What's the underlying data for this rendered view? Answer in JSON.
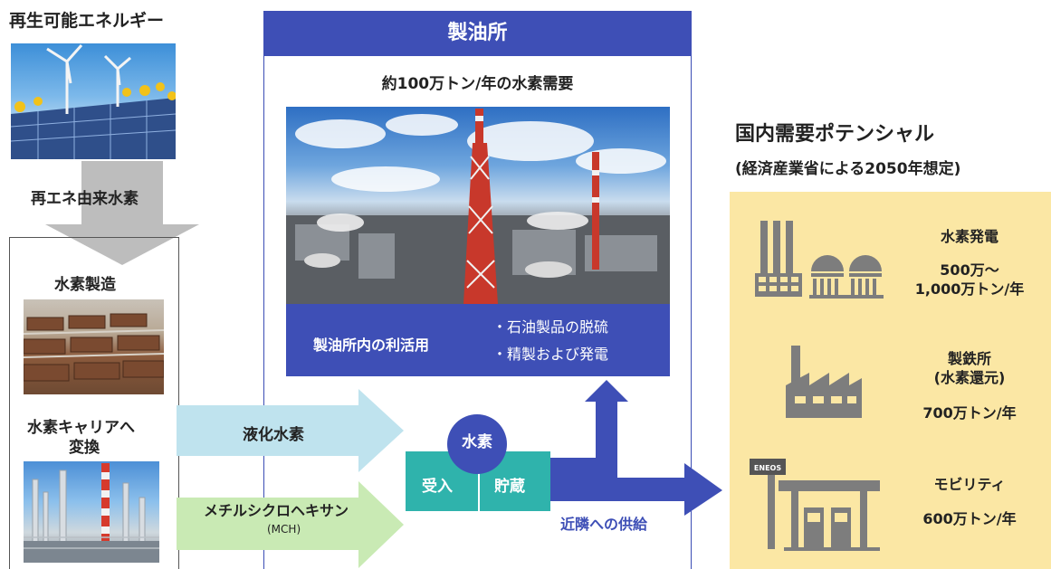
{
  "renewable": {
    "title": "再生可能エネルギー",
    "hydrogen_label": "再エネ由来水素"
  },
  "production": {
    "title": "水素製造",
    "carrier_line1": "水素キャリアへ",
    "carrier_line2": "変換"
  },
  "refinery": {
    "header": "製油所",
    "demand": "約100万トン/年の水素需要",
    "use_label": "製油所内の利活用",
    "use_items": [
      "・石油製品の脱硫",
      "・精製および発電"
    ]
  },
  "transport": {
    "liquid_h2": "液化水素",
    "mch": "メチルシクロヘキサン",
    "mch_abbr": "(MCH)"
  },
  "hydrogen_hub": {
    "circle": "水素",
    "receive": "受入",
    "storage": "貯蔵",
    "neighbor_supply": "近隣への供給"
  },
  "domestic": {
    "title": "国内需要ポテンシャル",
    "subtitle": "(経済産業省による2050年想定)",
    "items": [
      {
        "title": "水素発電",
        "value_line1": "500万～",
        "value_line2": "1,000万トン/年"
      },
      {
        "title_line1": "製鉄所",
        "title_line2": "(水素還元)",
        "value": "700万トン/年"
      },
      {
        "title": "モビリティ",
        "value": "600万トン/年",
        "brand": "ENEOS"
      }
    ]
  },
  "colors": {
    "navy": "#3e4fb6",
    "teal": "#2fb3ac",
    "light_blue_arrow": "#bfe3ee",
    "light_green_arrow": "#c9eab4",
    "yellow_panel": "#fbe7a4",
    "gray_arrow": "#bdbdbd",
    "icon_gray": "#7d7d7d"
  }
}
